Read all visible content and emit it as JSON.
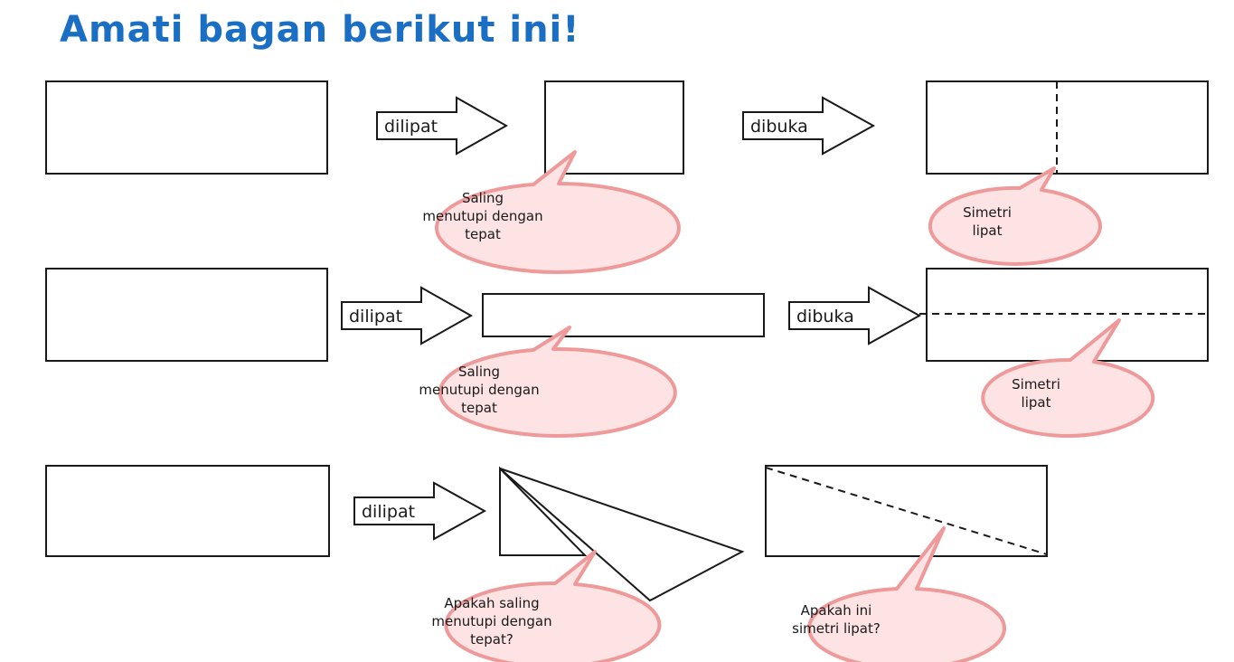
{
  "title": "Amati bagan berikut ini!",
  "colors": {
    "title": "#1a6fc4",
    "bubble_fill": "#fde3e3",
    "bubble_stroke": "#ef9a9a",
    "line": "#1a1a1a"
  },
  "rows": [
    {
      "arrows": [
        "dilipat",
        "dibuka"
      ],
      "callouts": [
        [
          "Saling",
          "menutupi dengan",
          "tepat"
        ],
        [
          "Simetri",
          "lipat"
        ]
      ]
    },
    {
      "arrows": [
        "dilipat",
        "dibuka"
      ],
      "callouts": [
        [
          "Saling",
          "menutupi dengan",
          "tepat"
        ],
        [
          "Simetri",
          "lipat"
        ]
      ]
    },
    {
      "arrows": [
        "dilipat"
      ],
      "callouts": [
        [
          "Apakah saling",
          "menutupi dengan",
          "tepat?"
        ],
        [
          "Apakah ini",
          "simetri lipat?"
        ]
      ]
    }
  ]
}
